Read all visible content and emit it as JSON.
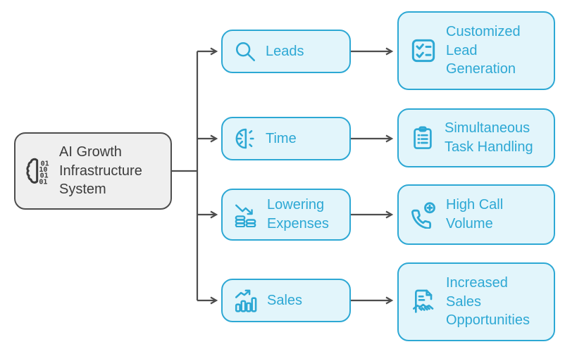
{
  "colors": {
    "accent": "#2DA8D4",
    "accent_fill": "#E2F5FB",
    "connector": "#4D4D4D",
    "root_border": "#4D4D4D",
    "root_fill": "#EFEFEF",
    "root_text": "#3C3C3C",
    "background": "#FFFFFF"
  },
  "diagram": {
    "root": {
      "label": "AI Growth Infrastructure System",
      "lines": [
        "AI Growth",
        "Infrastructure",
        "System"
      ],
      "icon": "ai-brain-binary-icon"
    },
    "branches": [
      {
        "label": "Leads",
        "lines": [
          "Leads"
        ],
        "icon": "search-icon",
        "outcome": {
          "label": "Customized Lead Generation",
          "lines": [
            "Customized",
            "Lead",
            "Generation"
          ],
          "icon": "checklist-icon"
        }
      },
      {
        "label": "Time",
        "lines": [
          "Time"
        ],
        "icon": "timer-half-clock-icon",
        "outcome": {
          "label": "Simultaneous Task Handling",
          "lines": [
            "Simultaneous",
            "Task Handling"
          ],
          "icon": "clipboard-tasks-icon"
        }
      },
      {
        "label": "Lowering Expenses",
        "lines": [
          "Lowering",
          "Expenses"
        ],
        "icon": "coins-decrease-icon",
        "outcome": {
          "label": "High Call Volume",
          "lines": [
            "High Call",
            "Volume"
          ],
          "icon": "phone-plus-icon"
        }
      },
      {
        "label": "Sales",
        "lines": [
          "Sales"
        ],
        "icon": "bar-chart-growth-icon",
        "outcome": {
          "label": "Increased Sales Opportunities",
          "lines": [
            "Increased",
            "Sales",
            "Opportunities"
          ],
          "icon": "contract-handshake-icon"
        }
      }
    ]
  }
}
